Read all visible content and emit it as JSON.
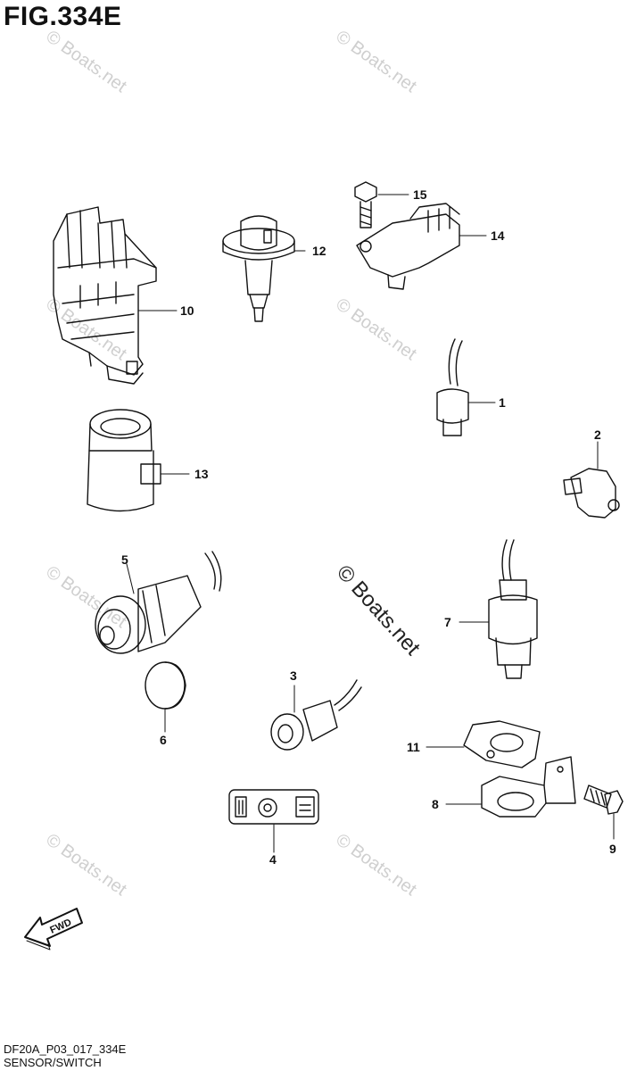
{
  "figure": {
    "title": "FIG.334E",
    "model_code": "DF20A_P03_017_334E",
    "section": "SENSOR/SWITCH"
  },
  "watermark": {
    "text": "© Boats.net",
    "color": "#cfcfcf",
    "main_color": "#222222"
  },
  "fwd_label": "FWD",
  "callouts": [
    {
      "id": "1",
      "label": "1"
    },
    {
      "id": "2",
      "label": "2"
    },
    {
      "id": "3",
      "label": "3"
    },
    {
      "id": "4",
      "label": "4"
    },
    {
      "id": "5",
      "label": "5"
    },
    {
      "id": "6",
      "label": "6"
    },
    {
      "id": "7",
      "label": "7"
    },
    {
      "id": "8",
      "label": "8"
    },
    {
      "id": "9",
      "label": "9"
    },
    {
      "id": "10",
      "label": "10"
    },
    {
      "id": "11",
      "label": "11"
    },
    {
      "id": "12",
      "label": "12"
    },
    {
      "id": "13",
      "label": "13"
    },
    {
      "id": "14",
      "label": "14"
    },
    {
      "id": "15",
      "label": "15"
    }
  ]
}
